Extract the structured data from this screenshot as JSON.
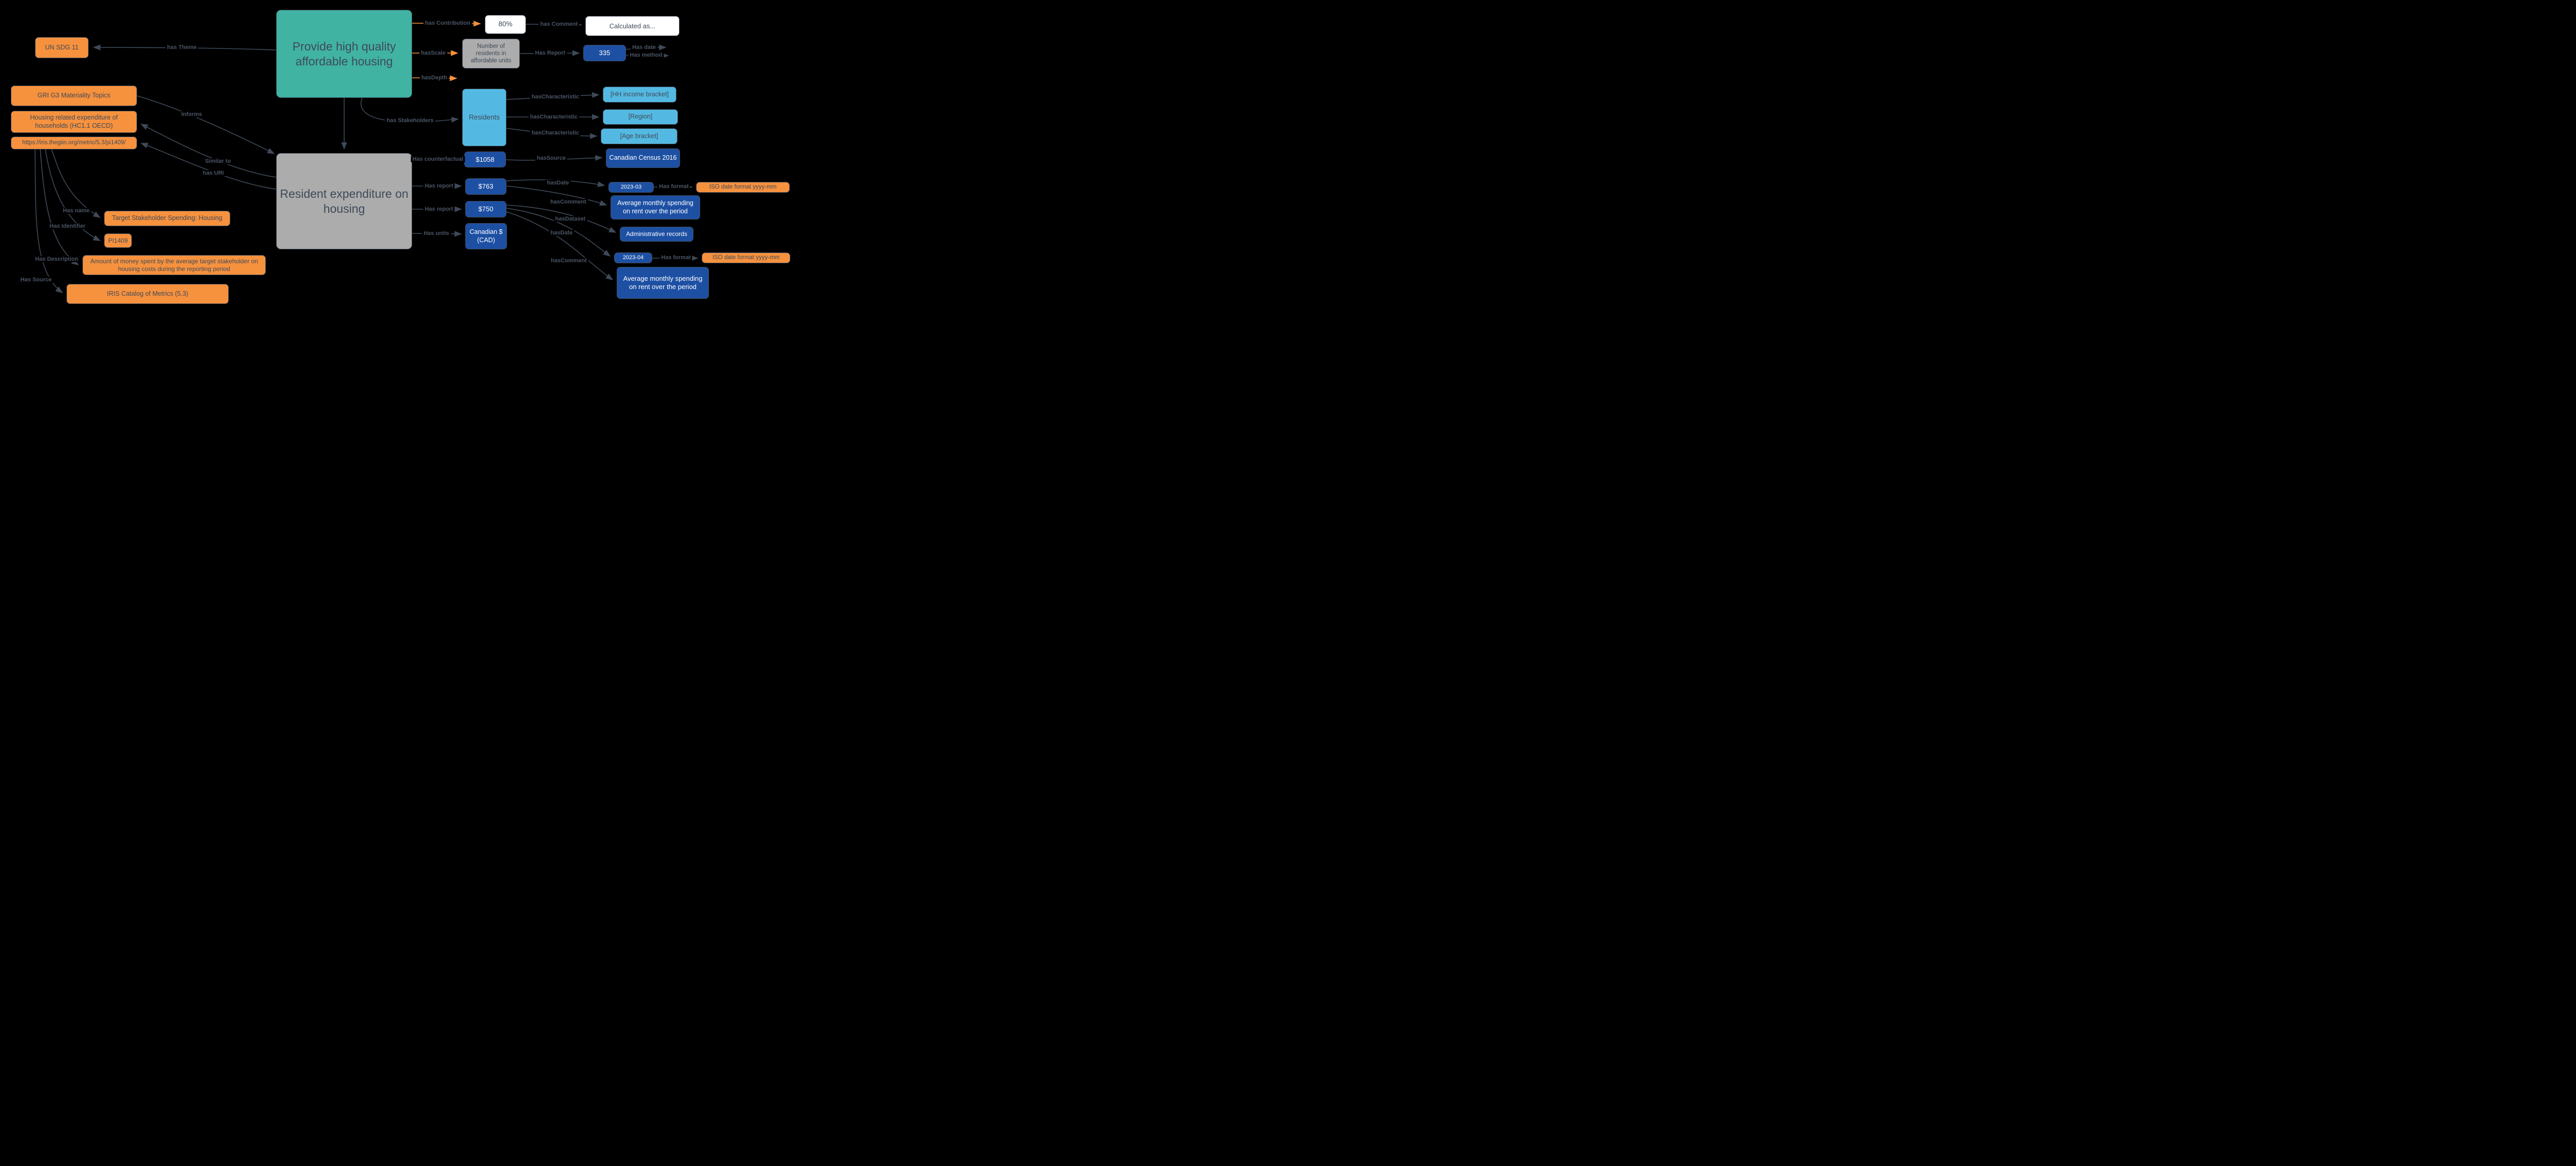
{
  "canvas": {
    "background": "#000000"
  },
  "colors": {
    "goal_teal": "#40B3A3",
    "orange": "#F6913E",
    "dark_blue": "#1D50A3",
    "light_blue": "#54B9E2",
    "gray": "#ACACAC",
    "white_node": "#FFFFFF",
    "edge_gray": "#3E4A58",
    "edge_orange": "#F6913E",
    "edge_label_text": "#4A5565",
    "node_text_dark": "#3F4A58",
    "node_text_light": "#FFFFFF"
  },
  "nodes": {
    "goal": {
      "label": "Provide high quality affordable housing"
    },
    "pct80": {
      "label": "80%"
    },
    "calculated": {
      "label": "Calculated as..."
    },
    "un_sdg": {
      "label": "UN SDG 11"
    },
    "scale": {
      "label": "Number of residents in affordable units"
    },
    "n335": {
      "label": "335"
    },
    "gri": {
      "label": "GRI G3 Materiality Topics"
    },
    "oecd": {
      "label": "Housing  related expenditure of households (HC1.1 OECD)"
    },
    "iris_url": {
      "label": "https://iris.thegiin.org/metric/5.3/pi1409/"
    },
    "residents": {
      "label": "Residents"
    },
    "hh_income": {
      "label": "[HH income bracket]"
    },
    "region": {
      "label": "[Region]"
    },
    "age_bracket": {
      "label": "[Age bracket]"
    },
    "metric": {
      "label": "Resident expenditure on housing"
    },
    "census": {
      "label": "Canadian Census 2016"
    },
    "v1058": {
      "label": "$1058"
    },
    "v763": {
      "label": "$763"
    },
    "v750": {
      "label": "$750"
    },
    "cad": {
      "label": "Canadian $ (CAD)"
    },
    "date_2023_03": {
      "label": "2023-03"
    },
    "iso_format_1": {
      "label": "ISO date format yyyy-mm"
    },
    "comment_1": {
      "label": "Average monthly spending on rent over the period"
    },
    "admin_records": {
      "label": "Administrative records"
    },
    "date_2023_04": {
      "label": "2023-04"
    },
    "iso_format_2": {
      "label": "ISO date format yyyy-mm"
    },
    "comment_2": {
      "label": "Average monthly spending on rent over the period"
    },
    "target_name": {
      "label": "Target Stakeholder Spending: Housing"
    },
    "pi1409": {
      "label": "PI1409"
    },
    "description": {
      "label": "Amount of money spent by the average target stakeholder on housing costs during the reporting period"
    },
    "iris_catalog": {
      "label": "IRIS Catalog of Metrics (5.3)"
    }
  },
  "labels": {
    "has_theme": "has Theme",
    "has_contribution": "has Contribution",
    "has_comment": "has Comment",
    "has_scale": "hasScale",
    "has_report_cap": "Has Report",
    "has_date_cap": "Has date",
    "has_method": "Has method",
    "has_depth": "hasDepth",
    "informs": "Informs",
    "has_stakeholders": "has Stakeholders",
    "has_characteristic": "hasCharacteristic",
    "similar_to": "Similar to",
    "has_uri": "has URI",
    "has_counterfactual": "Has counterfactual",
    "has_source_camel": "hasSource",
    "has_report": "Has report",
    "has_date_camel": "hasDate",
    "has_format": "Has format",
    "has_comment_camel": "hasComment",
    "has_units": "Has units",
    "has_dataset": "hasDataset",
    "has_name": "Has name",
    "has_identifier": "Has Identifier",
    "has_description": "Has Description",
    "has_source": "Has Source"
  }
}
